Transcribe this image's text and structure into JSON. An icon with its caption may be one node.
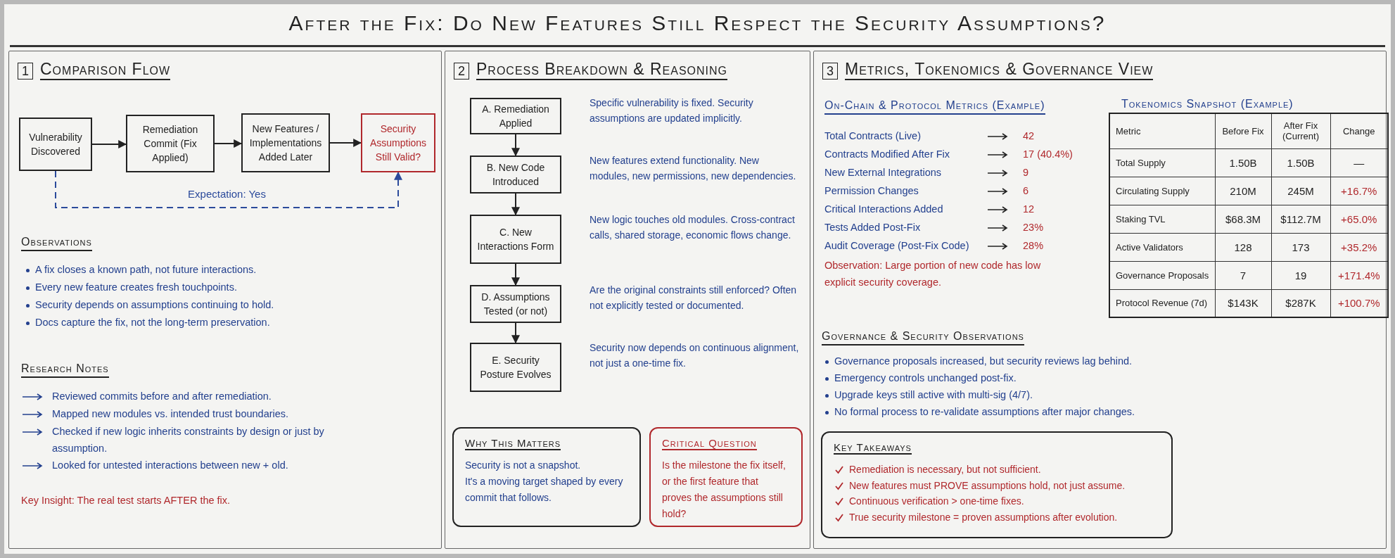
{
  "diagram": {
    "title": "After the Fix: Do New Features Still Respect the Security Assumptions?",
    "nodes": [
      {
        "text": [
          "1",
          "Comparison Flow"
        ]
      },
      {
        "text": [
          "Vulnerability Discovered"
        ],
        "in": 0
      },
      {
        "text": [
          "Remediation Commit (Fix Applied)"
        ],
        "in": 0
      },
      {
        "text": [
          "New Features / Implementations Added Later"
        ],
        "in": 0
      },
      {
        "text": [
          "Security Assumptions Still Valid?"
        ],
        "in": 0
      },
      {
        "text": [
          "2",
          "Process Breakdown & Reasoning"
        ]
      },
      {
        "text": [
          "A. Remediation Applied"
        ],
        "in": 5,
        "beside": [
          "Specific vulnerability is fixed. Security assumptions are updated implicitly."
        ]
      },
      {
        "text": [
          "B. New Code Introduced"
        ],
        "in": 5,
        "beside": [
          "New features extend functionality. New modules, new permissions, new dependencies."
        ]
      },
      {
        "text": [
          "C. New Interactions Form"
        ],
        "in": 5,
        "beside": [
          "New logic touches old modules. Cross-contract calls, shared storage, economic flows change."
        ]
      },
      {
        "text": [
          "D. Assumptions Tested (or not)"
        ],
        "in": 5,
        "beside": [
          "Are the original constraints still enforced? Often not explicitly tested or documented."
        ]
      },
      {
        "text": [
          "E. Security Posture Evolves"
        ],
        "in": 5,
        "beside": [
          "Security now depends on continuous alignment, not just a one-time fix."
        ]
      },
      {
        "text": [
          "Why This Matters",
          "Security is not a snapshot.",
          "It's a moving target shaped by every commit that follows."
        ],
        "in": 5
      },
      {
        "text": [
          "Critical Question",
          "Is the milestone the fix itself, or the first feature that proves the assumptions still hold?"
        ],
        "in": 5
      },
      {
        "text": [
          "3",
          "Metrics, Tokenomics & Governance View"
        ]
      },
      {
        "text": [
          "Key Takeaways",
          "Remediation is necessary, but not sufficient.",
          "New features must PROVE assumptions hold, not just assume.",
          "Continuous verification > one-time fixes.",
          "True security milestone = proven assumptions after evolution."
        ],
        "in": 13
      }
    ],
    "edges": [
      {
        "from": 1,
        "to": 2,
        "arrow": "to"
      },
      {
        "from": 2,
        "to": 3,
        "arrow": "to"
      },
      {
        "from": 3,
        "to": 4,
        "arrow": "to"
      },
      {
        "from": 1,
        "to": 4,
        "arrow": "to",
        "label": "Expectation: Yes",
        "style": "dashed",
        "color": "#2b4a9b"
      },
      {
        "from": 6,
        "to": 7,
        "arrow": "to"
      },
      {
        "from": 7,
        "to": 8,
        "arrow": "to"
      },
      {
        "from": 8,
        "to": 9,
        "arrow": "to"
      },
      {
        "from": 9,
        "to": 10,
        "arrow": "to"
      }
    ],
    "labels": [
      "Observations",
      "A fix closes a known path, not future interactions.",
      "Every new feature creates fresh touchpoints.",
      "Security depends on assumptions continuing to hold.",
      "Docs capture the fix, not the long-term preservation.",
      "Research Notes",
      "Reviewed commits before and after remediation.",
      "Mapped new modules vs. intended trust boundaries.",
      "Checked if new logic inherits constraints by design or just by assumption.",
      "Looked for untested interactions between new + old.",
      "Key Insight: The real test starts AFTER the fix.",
      "On-Chain & Protocol Metrics (Example)",
      "Total Contracts (Live)",
      "42",
      "Contracts Modified After Fix",
      "17 (40.4%)",
      "New External Integrations",
      "9",
      "Permission Changes",
      "6",
      "Critical Interactions Added",
      "12",
      "Tests Added Post-Fix",
      "23%",
      "Audit Coverage (Post-Fix Code)",
      "28%",
      "Observation: Large portion of new code has low explicit security coverage.",
      "Tokenomics Snapshot (Example)",
      "Metric",
      "Before Fix",
      "After Fix (Current)",
      "Change",
      "Total Supply",
      "1.50B",
      "1.50B",
      "—",
      "Circulating Supply",
      "210M",
      "245M",
      "+16.7%",
      "Staking TVL",
      "$68.3M",
      "$112.7M",
      "+65.0%",
      "Active Validators",
      "128",
      "173",
      "+35.2%",
      "Governance Proposals",
      "7",
      "19",
      "+171.4%",
      "Protocol Revenue (7d)",
      "$143K",
      "$287K",
      "+100.7%",
      "Governance & Security Observations",
      "Governance proposals increased, but security reviews lag behind.",
      "Emergency controls unchanged post-fix.",
      "Upgrade keys still active with multi-sig (4/7).",
      "No formal process to re-validate assumptions after major changes."
    ]
  }
}
